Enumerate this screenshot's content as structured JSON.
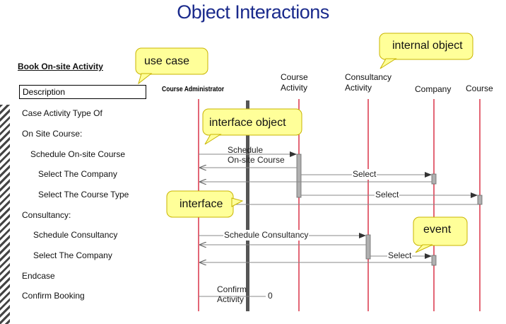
{
  "title": "Object Interactions",
  "scenario": {
    "heading": "Book On-site Activity",
    "description": "Description",
    "steps": [
      "Case Activity Type Of",
      "On Site Course:",
      "Schedule On-site Course",
      "Select The Company",
      "Select The Course Type",
      "Consultancy:",
      "Schedule Consultancy",
      "Select The Company",
      "Endcase",
      "Confirm Booking"
    ]
  },
  "objects": {
    "actor": "Course Administrator",
    "course_activity": [
      "Course",
      "Activity"
    ],
    "consultancy_activity": [
      "Consultancy",
      "Activity"
    ],
    "company": "Company",
    "course": "Course"
  },
  "messages": {
    "schedule_onsite": [
      "Schedule",
      "On-site Course"
    ],
    "select_company_1": "Select",
    "select_course": "Select",
    "schedule_consultancy": "Schedule Consultancy",
    "select_company_2": "Select",
    "confirm": [
      "Confirm",
      "Activity"
    ],
    "terminal": "0"
  },
  "callouts": {
    "use_case": "use case",
    "internal_object": "internal object",
    "interface_object": "interface object",
    "interface": "interface",
    "event": "event"
  },
  "colors": {
    "title": "#1a2a8c",
    "lifeline": "#d0021b",
    "callout_fill": "#ffff99",
    "activation_fill": "#b0b0b0",
    "message": "#777777"
  }
}
